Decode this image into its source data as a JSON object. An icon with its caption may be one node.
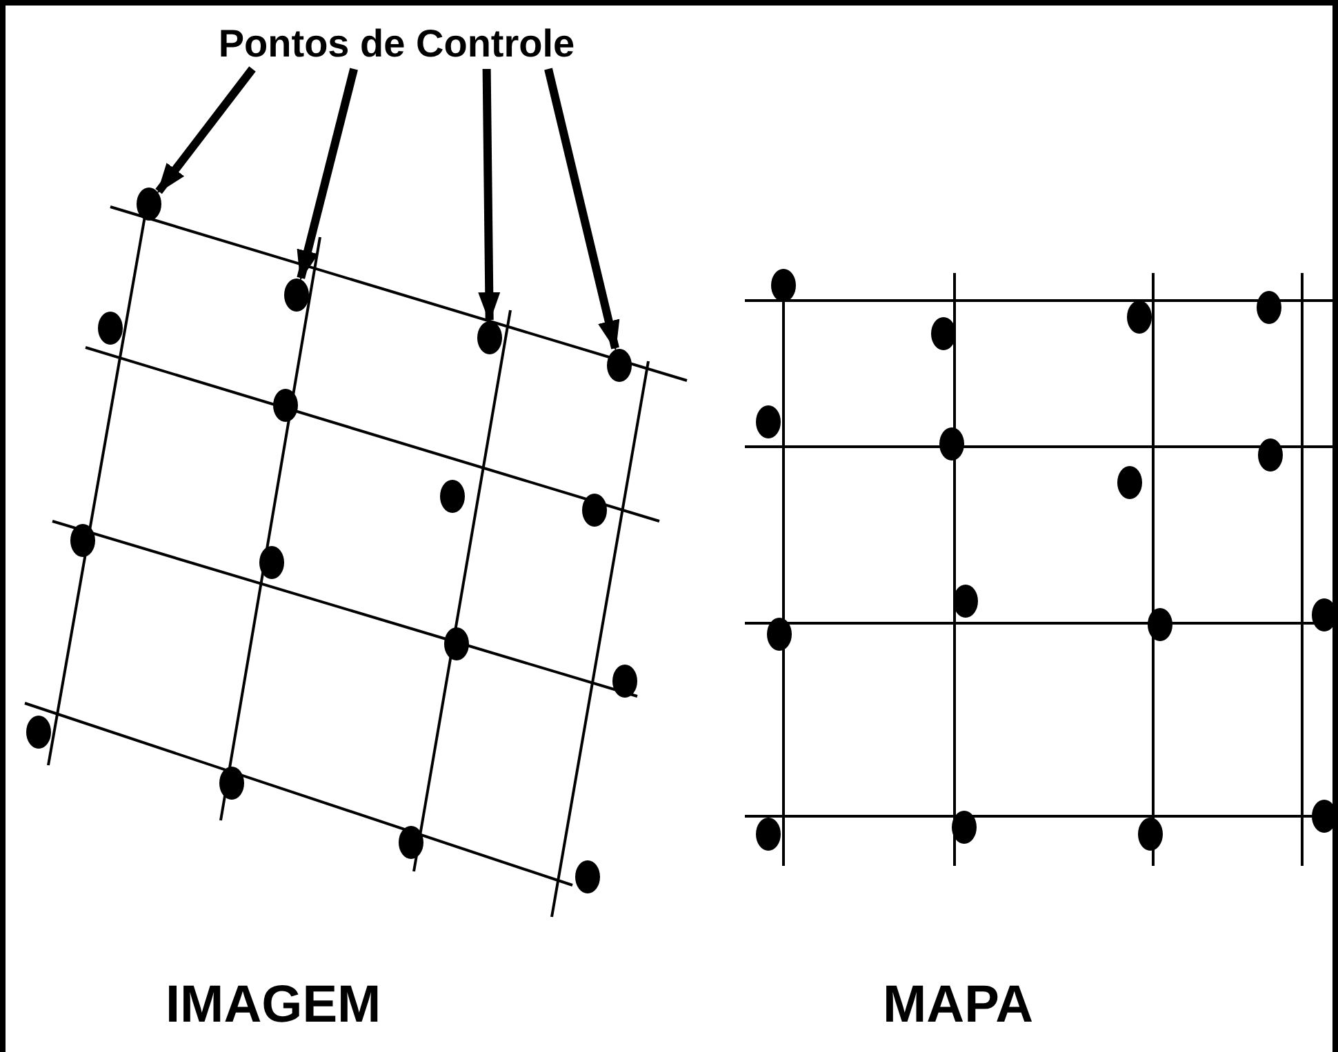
{
  "diagram": {
    "nodes": [
      {
        "text": [
          "Pontos de Controle"
        ]
      },
      {
        "text": [],
        "shape": "circle"
      },
      {
        "text": [],
        "shape": "circle"
      },
      {
        "text": [],
        "shape": "circle"
      },
      {
        "text": [],
        "shape": "circle"
      }
    ],
    "edges": [
      {
        "from": 0,
        "to": 1,
        "arrow": "to"
      },
      {
        "from": 0,
        "to": 2,
        "arrow": "to"
      },
      {
        "from": 0,
        "to": 3,
        "arrow": "to"
      },
      {
        "from": 0,
        "to": 4,
        "arrow": "to"
      }
    ],
    "labels": [
      "IMAGEM",
      "MAPA"
    ]
  }
}
